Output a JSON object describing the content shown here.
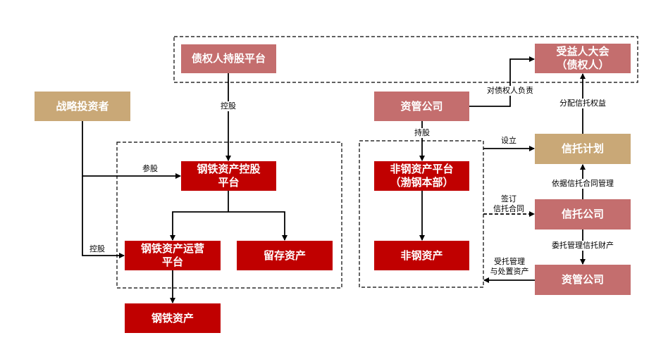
{
  "colors": {
    "pink_node": "#c46e6e",
    "tan_node": "#c9a877",
    "red_node": "#c00000",
    "line": "#000000"
  },
  "nodes": {
    "creditor_platform": "债权人持股平台",
    "beneficiary_meeting": "受益人大会\n（债权人）",
    "strategic_investor": "战略投资者",
    "asset_mgmt_top": "资管公司",
    "steel_holding_platform": "钢铁资产控股\n平台",
    "steel_operating_platform": "钢铁资产运营\n平台",
    "retained_assets": "留存资产",
    "steel_assets": "钢铁资产",
    "nonsteel_platform": "非钢资产平台\n（渤钢本部）",
    "nonsteel_assets": "非钢资产",
    "trust_plan": "信托计划",
    "trust_company": "信托公司",
    "asset_mgmt_bottom": "资管公司"
  },
  "edges": {
    "creditor_to_holding": "控股",
    "investor_to_holding": "参股",
    "investor_to_operating": "控股",
    "assetmgmt_to_beneficiary": "对债权人负责",
    "assetmgmt_to_nonsteel": "持股",
    "trustplan_to_beneficiary": "分配信托权益",
    "nonsteel_to_trustplan": "设立",
    "nonsteel_to_trustcompany": "签订\n信托合同",
    "trustcompany_to_trustplan": "依据信托合同管理",
    "trustcompany_to_assetmgmt": "委托管理信托财产",
    "assetmgmt_to_nonsteel_group": "受托管理\n与处置资产"
  }
}
